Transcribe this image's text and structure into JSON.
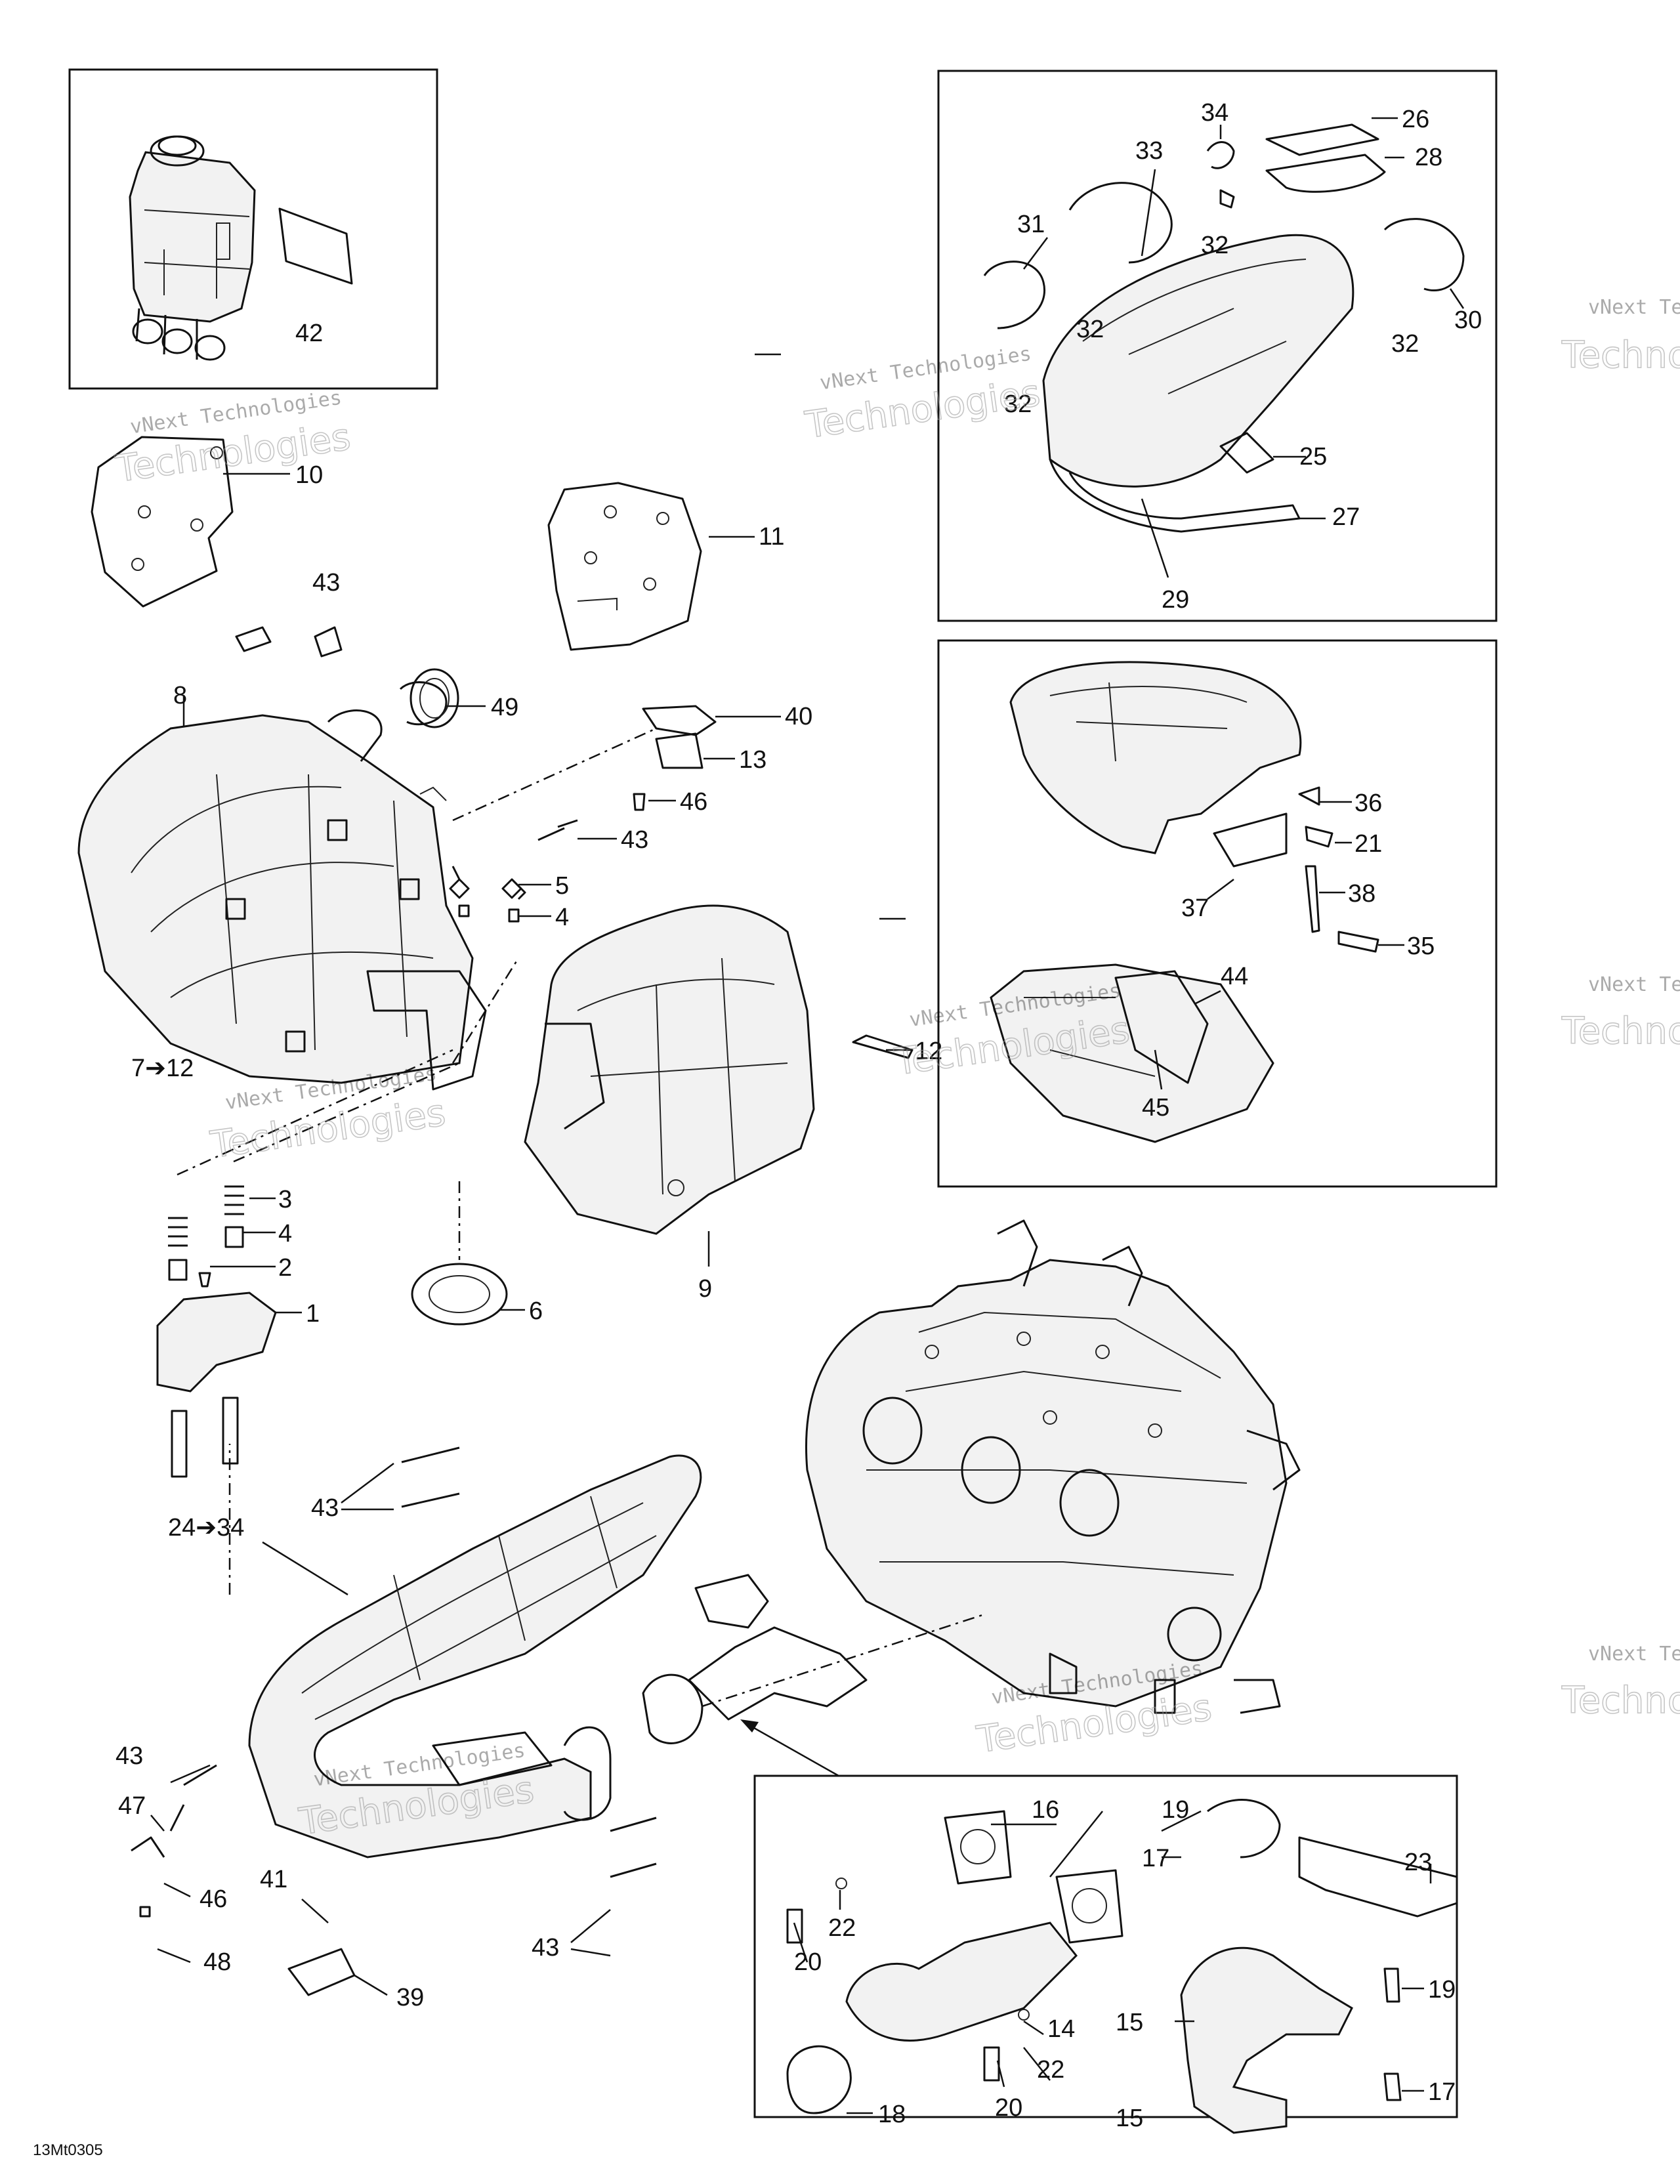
{
  "drawing_code": "13Mt0305",
  "watermark": {
    "line1": "vNext Technologies",
    "line2": "Technologies",
    "partial1": "vNext Te",
    "partial2": "Technol"
  },
  "callouts": [
    {
      "id": "c1",
      "text": "1"
    },
    {
      "id": "c2",
      "text": "2"
    },
    {
      "id": "c3",
      "text": "3"
    },
    {
      "id": "c4a",
      "text": "4"
    },
    {
      "id": "c4b",
      "text": "4"
    },
    {
      "id": "c5",
      "text": "5"
    },
    {
      "id": "c6",
      "text": "6"
    },
    {
      "id": "c7",
      "text": "7➔12"
    },
    {
      "id": "c8",
      "text": "8"
    },
    {
      "id": "c9",
      "text": "9"
    },
    {
      "id": "c10",
      "text": "10"
    },
    {
      "id": "c11",
      "text": "11"
    },
    {
      "id": "c12",
      "text": "12"
    },
    {
      "id": "c13",
      "text": "13"
    },
    {
      "id": "c14",
      "text": "14"
    },
    {
      "id": "c15a",
      "text": "15"
    },
    {
      "id": "c15b",
      "text": "15"
    },
    {
      "id": "c16",
      "text": "16"
    },
    {
      "id": "c17a",
      "text": "17"
    },
    {
      "id": "c17b",
      "text": "17"
    },
    {
      "id": "c18",
      "text": "18"
    },
    {
      "id": "c19a",
      "text": "19"
    },
    {
      "id": "c19b",
      "text": "19"
    },
    {
      "id": "c20a",
      "text": "20"
    },
    {
      "id": "c20b",
      "text": "20"
    },
    {
      "id": "c21",
      "text": "21"
    },
    {
      "id": "c22a",
      "text": "22"
    },
    {
      "id": "c22b",
      "text": "22"
    },
    {
      "id": "c23",
      "text": "23"
    },
    {
      "id": "c24",
      "text": "24➔34"
    },
    {
      "id": "c25",
      "text": "25"
    },
    {
      "id": "c26",
      "text": "26"
    },
    {
      "id": "c27",
      "text": "27"
    },
    {
      "id": "c28",
      "text": "28"
    },
    {
      "id": "c29",
      "text": "29"
    },
    {
      "id": "c30",
      "text": "30"
    },
    {
      "id": "c31",
      "text": "31"
    },
    {
      "id": "c32a",
      "text": "32"
    },
    {
      "id": "c32b",
      "text": "32"
    },
    {
      "id": "c32c",
      "text": "32"
    },
    {
      "id": "c32d",
      "text": "32"
    },
    {
      "id": "c33",
      "text": "33"
    },
    {
      "id": "c34",
      "text": "34"
    },
    {
      "id": "c35",
      "text": "35"
    },
    {
      "id": "c36",
      "text": "36"
    },
    {
      "id": "c37",
      "text": "37"
    },
    {
      "id": "c38",
      "text": "38"
    },
    {
      "id": "c39",
      "text": "39"
    },
    {
      "id": "c40",
      "text": "40"
    },
    {
      "id": "c41",
      "text": "41"
    },
    {
      "id": "c42",
      "text": "42"
    },
    {
      "id": "c43a",
      "text": "43"
    },
    {
      "id": "c43b",
      "text": "43"
    },
    {
      "id": "c43c",
      "text": "43"
    },
    {
      "id": "c43d",
      "text": "43"
    },
    {
      "id": "c43e",
      "text": "43"
    },
    {
      "id": "c44",
      "text": "44"
    },
    {
      "id": "c45",
      "text": "45"
    },
    {
      "id": "c46a",
      "text": "46"
    },
    {
      "id": "c46b",
      "text": "46"
    },
    {
      "id": "c47",
      "text": "47"
    },
    {
      "id": "c48",
      "text": "48"
    },
    {
      "id": "c49",
      "text": "49"
    }
  ]
}
